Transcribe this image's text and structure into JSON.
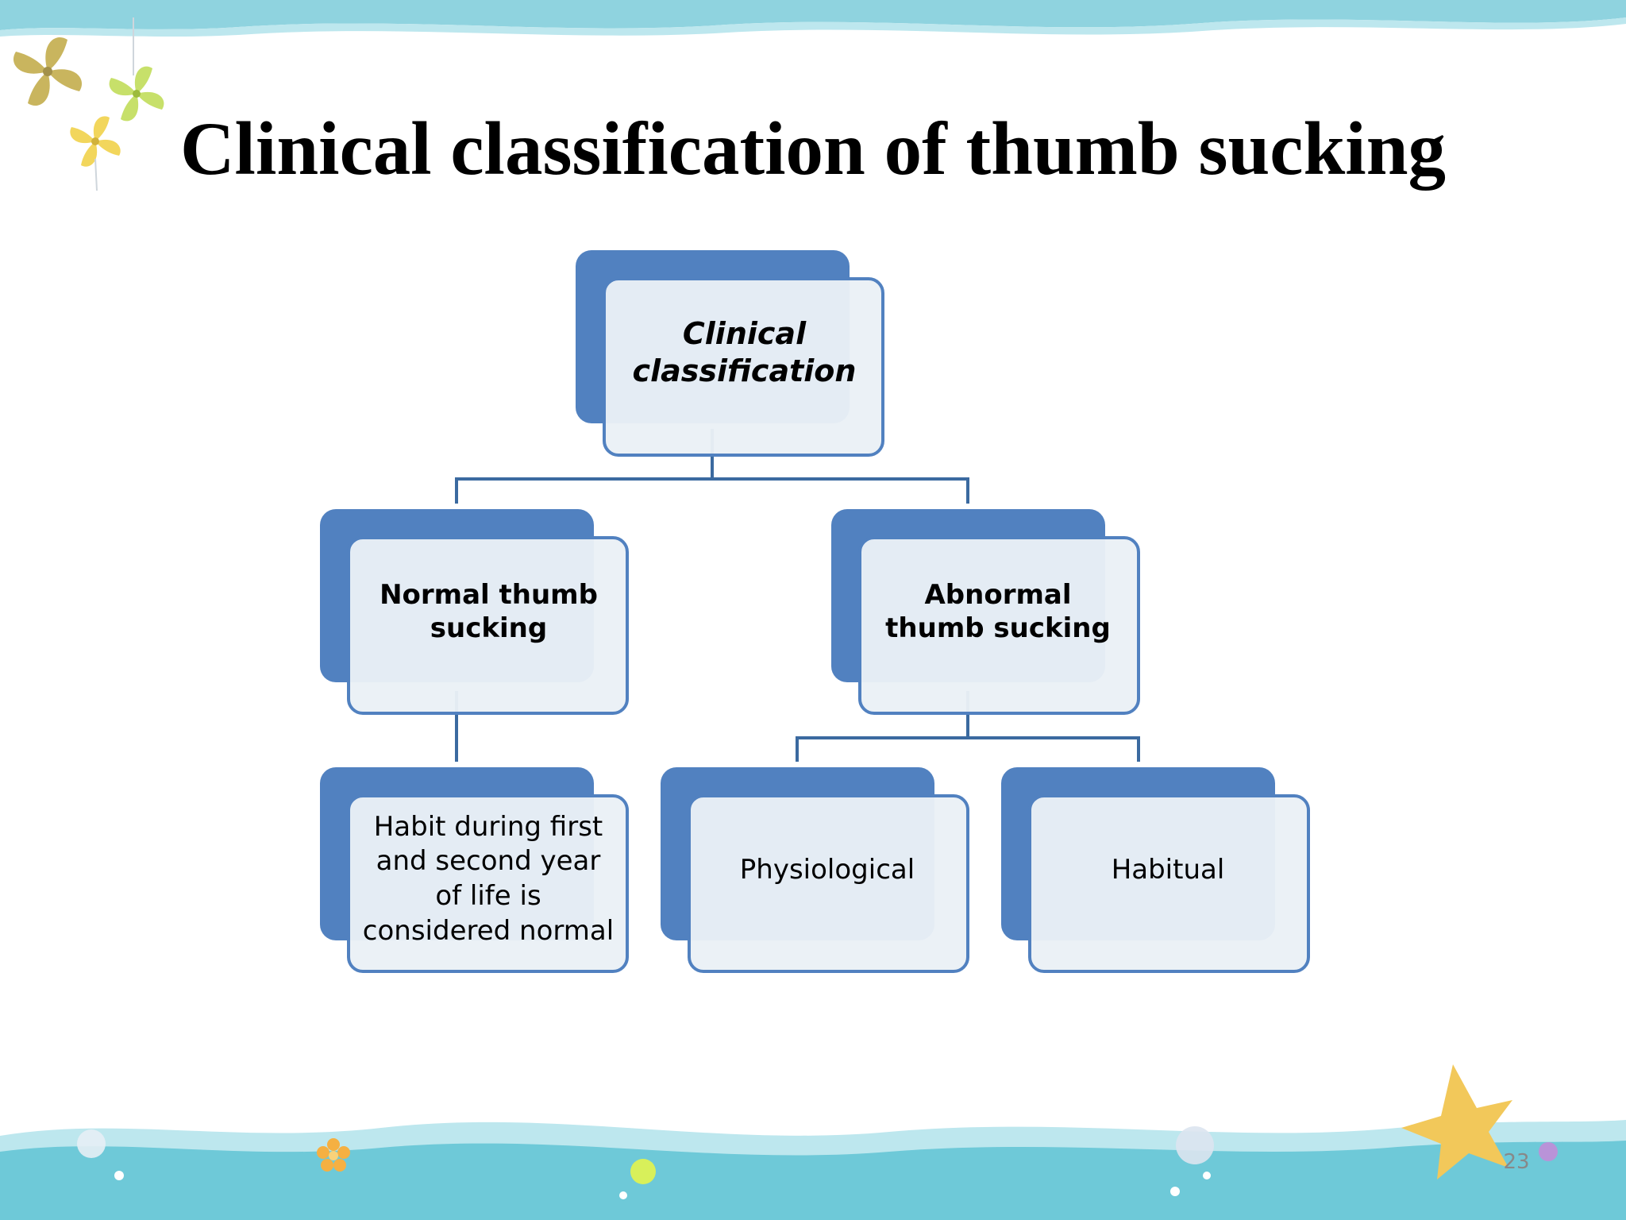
{
  "slide": {
    "title": "Clinical classification of thumb sucking",
    "page_number": "23"
  },
  "colors": {
    "box_back": "#5181c0",
    "box_front": "#eaf0f6",
    "box_border": "#5181c0",
    "connector": "#3b6aa0",
    "wave": "#8fd3df",
    "wave_dark": "#5ec3d3"
  },
  "diagram": {
    "root": {
      "label": "Clinical classification"
    },
    "normal": {
      "label": "Normal thumb sucking"
    },
    "abnormal": {
      "label": "Abnormal thumb sucking"
    },
    "normal_detail": {
      "label": "Habit during first and second year of life is considered normal"
    },
    "physiological": {
      "label": "Physiological"
    },
    "habitual": {
      "label": "Habitual"
    }
  }
}
